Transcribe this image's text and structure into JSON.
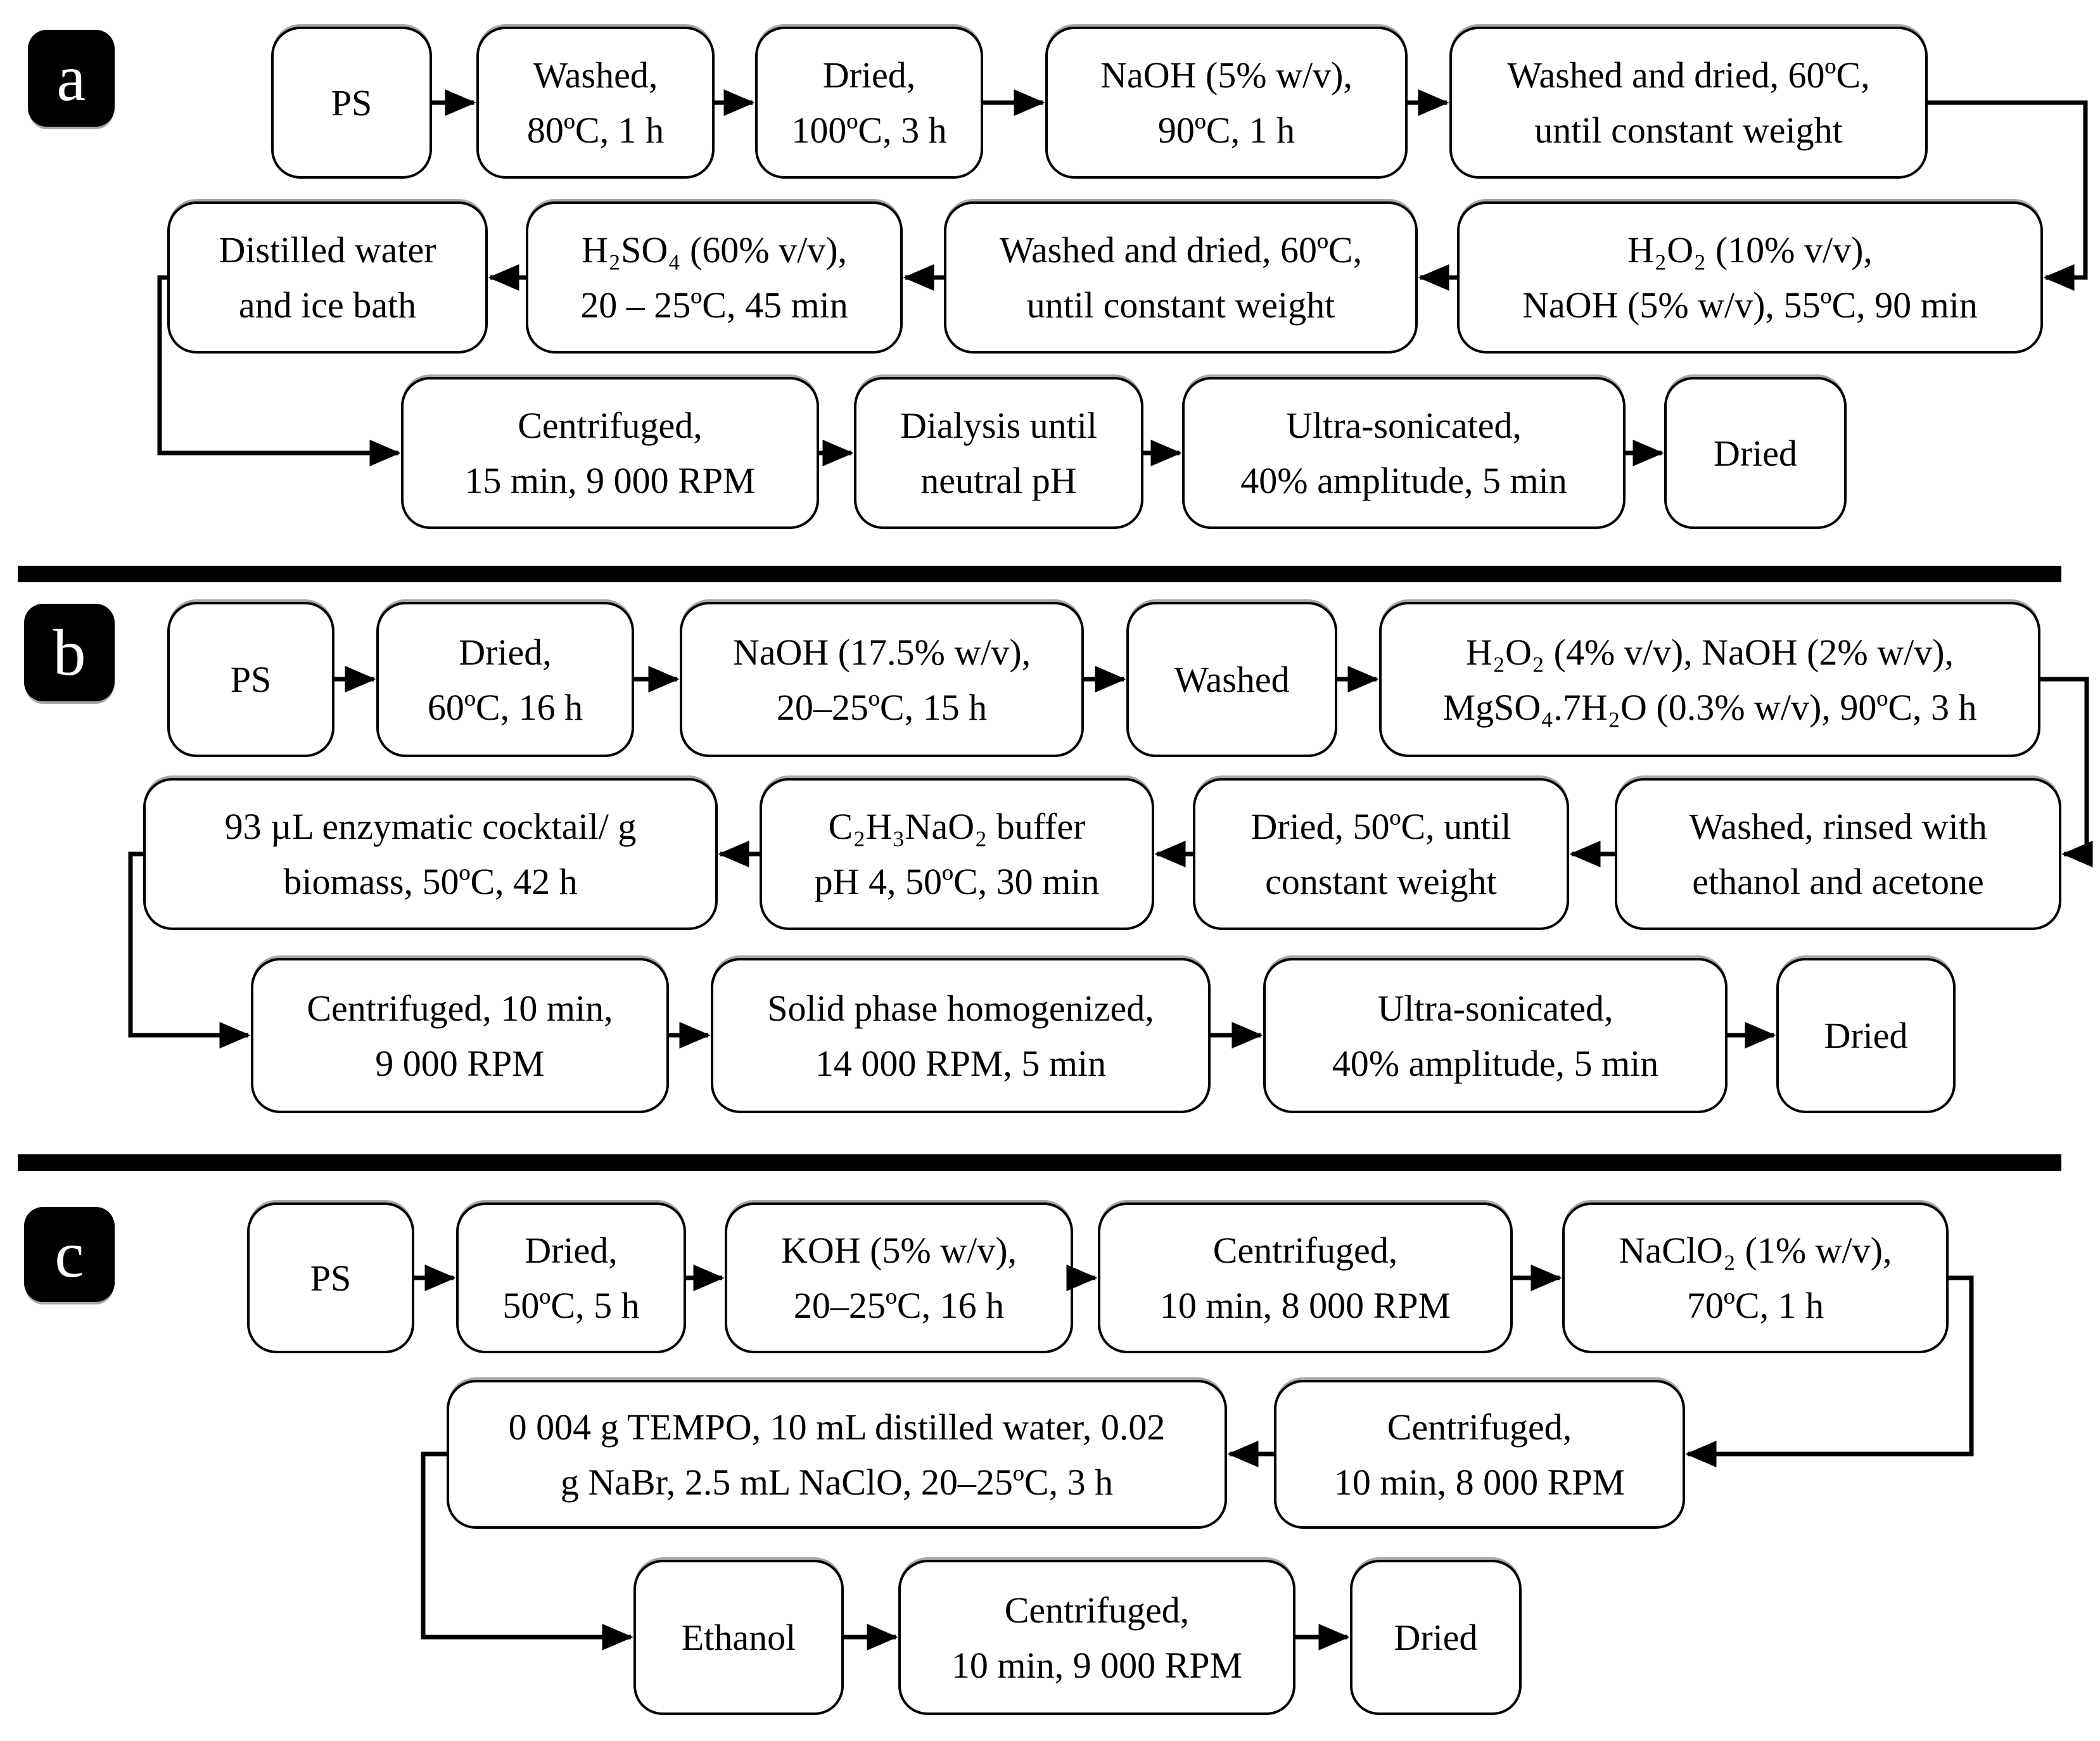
{
  "colors": {
    "line": "#000000",
    "box_fill": "#ffffff",
    "badge_bg": "#000000",
    "badge_text": "#ffffff"
  },
  "panels": [
    {
      "label": "a",
      "rows": [
        {
          "boxes": [
            {
              "text": "PS"
            },
            {
              "text": "Washed,\n80ºC, 1 h"
            },
            {
              "text": "Dried,\n100ºC, 3 h"
            },
            {
              "text": "NaOH (5% w/v),\n90ºC, 1 h"
            },
            {
              "text": "Washed and dried, 60ºC,\nuntil constant weight"
            }
          ]
        },
        {
          "boxes": [
            {
              "text": "Distilled water\nand ice bath"
            },
            {
              "text": "H₂SO₄ (60% v/v),\n20 – 25ºC, 45 min"
            },
            {
              "text": "Washed and dried, 60ºC,\nuntil constant weight"
            },
            {
              "text": "H₂O₂ (10% v/v),\nNaOH (5% w/v), 55ºC, 90 min"
            }
          ]
        },
        {
          "boxes": [
            {
              "text": "Centrifuged,\n15 min, 9 000 RPM"
            },
            {
              "text": "Dialysis until\nneutral pH"
            },
            {
              "text": "Ultra-sonicated,\n40% amplitude, 5 min"
            },
            {
              "text": "Dried"
            }
          ]
        }
      ]
    },
    {
      "label": "b",
      "rows": [
        {
          "boxes": [
            {
              "text": "PS"
            },
            {
              "text": "Dried,\n60ºC, 16 h"
            },
            {
              "text": "NaOH (17.5% w/v),\n20–25ºC, 15 h"
            },
            {
              "text": "Washed"
            },
            {
              "text": "H₂O₂ (4% v/v), NaOH (2% w/v),\nMgSO₄.7H₂O (0.3% w/v), 90ºC, 3 h"
            }
          ]
        },
        {
          "boxes": [
            {
              "text": "93 µL enzymatic cocktail/ g\nbiomass, 50ºC, 42 h"
            },
            {
              "text": "C₂H₃NaO₂ buffer\npH 4, 50ºC, 30 min"
            },
            {
              "text": "Dried, 50ºC, until\nconstant weight"
            },
            {
              "text": "Washed, rinsed with\nethanol and acetone"
            }
          ]
        },
        {
          "boxes": [
            {
              "text": "Centrifuged, 10 min,\n9 000 RPM"
            },
            {
              "text": "Solid phase homogenized,\n14 000 RPM, 5 min"
            },
            {
              "text": "Ultra-sonicated,\n40% amplitude, 5 min"
            },
            {
              "text": "Dried"
            }
          ]
        }
      ]
    },
    {
      "label": "c",
      "rows": [
        {
          "boxes": [
            {
              "text": "PS"
            },
            {
              "text": "Dried,\n50ºC, 5 h"
            },
            {
              "text": "KOH (5% w/v),\n20–25ºC, 16 h"
            },
            {
              "text": "Centrifuged,\n10 min, 8 000 RPM"
            },
            {
              "text": "NaClO₂ (1% w/v),\n70ºC, 1 h"
            }
          ]
        },
        {
          "boxes": [
            {
              "text": "0 004 g TEMPO, 10 mL distilled water, 0.02\ng NaBr, 2.5 mL NaClO, 20–25ºC, 3 h"
            },
            {
              "text": "Centrifuged,\n10 min, 8 000 RPM"
            }
          ]
        },
        {
          "boxes": [
            {
              "text": "Ethanol"
            },
            {
              "text": "Centrifuged,\n10 min, 9 000 RPM"
            },
            {
              "text": "Dried"
            }
          ]
        }
      ]
    }
  ]
}
